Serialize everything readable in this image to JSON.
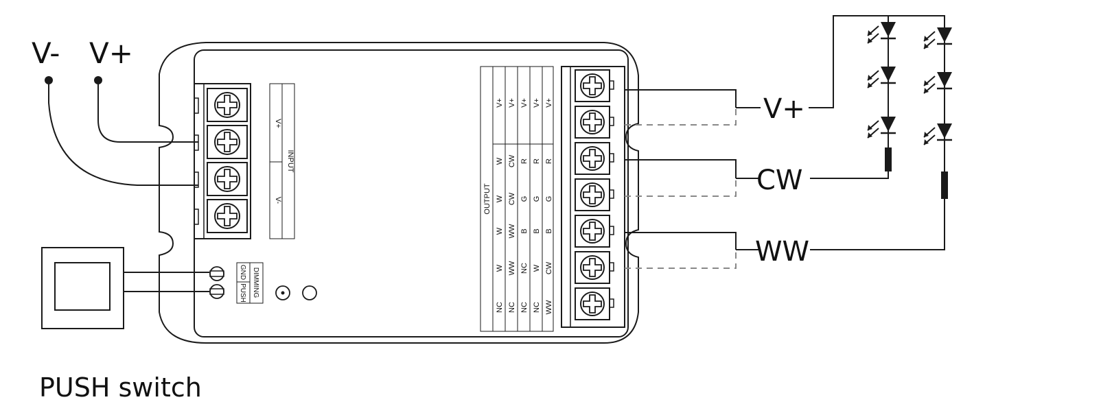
{
  "labels": {
    "v_minus": "V-",
    "v_plus": "V+",
    "push_switch": "PUSH switch"
  },
  "input_block": {
    "title": "INPUT",
    "plus": "V+",
    "minus": "V-"
  },
  "control_labels": {
    "dimming": "DIMMING",
    "gnd": "GND",
    "push": "PUSH"
  },
  "output_table": {
    "title": "OUTPUT",
    "columns": [
      [
        "V+",
        "W",
        "W",
        "W",
        "W",
        "NC"
      ],
      [
        "V+",
        "CW",
        "CW",
        "WW",
        "WW",
        "NC"
      ],
      [
        "V+",
        "R",
        "G",
        "B",
        "NC",
        "NC"
      ],
      [
        "V+",
        "R",
        "G",
        "B",
        "W",
        "NC"
      ],
      [
        "V+",
        "R",
        "G",
        "B",
        "CW",
        "WW"
      ]
    ]
  },
  "right_labels": {
    "vplus": "V+",
    "cw": "CW",
    "ww": "WW"
  },
  "colors": {
    "line": "#1a1a1a",
    "dashed": "#888888"
  }
}
